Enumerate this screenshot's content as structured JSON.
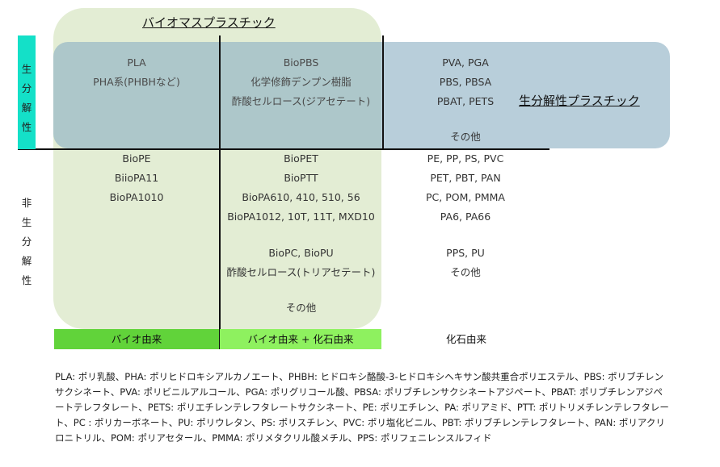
{
  "titles": {
    "biomass": "バイオマスプラスチック",
    "biodegradable": "生分解性プラスチック"
  },
  "row_labels": {
    "biodegradable": [
      "生",
      "分",
      "解",
      "性"
    ],
    "non_biodegradable": [
      "非",
      "生",
      "分",
      "解",
      "性"
    ]
  },
  "cells": {
    "biodeg_bio": [
      "PLA",
      "PHA系(PHBHなど)"
    ],
    "biodeg_mixed": [
      "BioPBS",
      "化学修飾デンプン樹脂",
      "酢酸セルロース(ジアセテート)"
    ],
    "biodeg_fossil": [
      "PVA, PGA",
      "PBS, PBSA",
      "PBAT, PETS"
    ],
    "biodeg_fossil_other": "その他",
    "nonbiodeg_bio": [
      "BioPE",
      "BiioPA11",
      "BioPA1010"
    ],
    "nonbiodeg_mixed_top": [
      "BioPET",
      "BioPTT",
      "BioPA610, 410, 510, 56",
      "BioPA1012, 10T, 11T, MXD10"
    ],
    "nonbiodeg_mixed_bottom": [
      "BioPC, BioPU",
      "酢酸セルロース(トリアセテート)"
    ],
    "nonbiodeg_mixed_other": "その他",
    "nonbiodeg_fossil_top": [
      "PE, PP, PS, PVC",
      "PET, PBT, PAN",
      "PC, POM, PMMA",
      "PA6, PA66"
    ],
    "nonbiodeg_fossil_bottom": [
      "PPS, PU",
      "その他"
    ]
  },
  "origins": {
    "bio": "バイオ由来",
    "mixed": "バイオ由来 + 化石由来",
    "fossil": "化石由来"
  },
  "colors": {
    "biomass_region": "#dfeacd",
    "biodegradable_region": "#8cb0c4",
    "biodegradable_side": "#14e0c8",
    "origin_bio": "#61d33a",
    "origin_mixed": "#8ef15f"
  },
  "legend": "PLA: ポリ乳酸、PHA: ポリヒドロキシアルカノエート、PHBH: ヒドロキシ酪酸-3-ヒドロキシヘキサン酸共重合ポリエステル、PBS: ポリブチレンサクシネート、PVA: ポリビニルアルコール、PGA: ポリグリコール酸、PBSA: ポリブチレンサクシネートアジペート、PBAT: ポリブチレンアジペートテレフタレート、PETS: ポリエチレンテレフタレートサクシネート、PE: ポリエチレン、PA: ポリアミド、PTT: ポリトリメチレンテレフタレート、PC : ポリカーボネート、PU: ポリウレタン、PS: ポリスチレン、PVC: ポリ塩化ビニル、PBT: ポリブチレンテレフタレート、PAN: ポリアクリロニトリル、POM: ポリアセタール、PMMA: ポリメタクリル酸メチル、PPS: ポリフェニレンスルフィド"
}
